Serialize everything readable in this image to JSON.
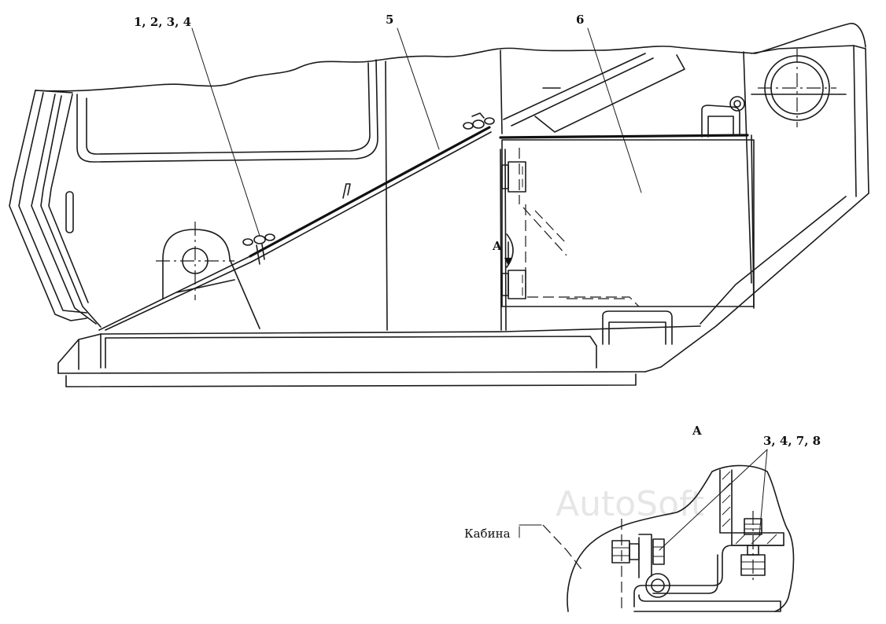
{
  "callouts": {
    "c1": "1, 2, 3, 4",
    "c5": "5",
    "c6": "6",
    "view_mark": "A",
    "detail_title": "A",
    "detail_callout": "3, 4, 7, 8",
    "cabin_label": "Кабина"
  },
  "watermark": "AutoSoft"
}
